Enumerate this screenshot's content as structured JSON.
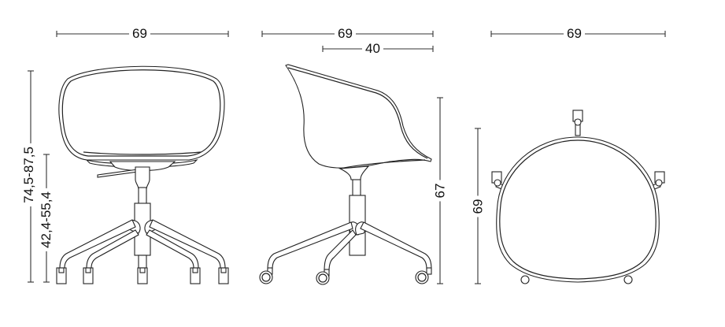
{
  "drawing": {
    "subject": "swivel armchair on five-star base with castors",
    "units": "cm",
    "views": [
      {
        "name": "front",
        "width_label": "69",
        "height_label": "74,5-87,5",
        "seat_height_label": "42,4-55,4",
        "base": "castors (glides visible)"
      },
      {
        "name": "side",
        "width_label": "69",
        "depth_label": "40",
        "height_label": "67",
        "base": "round castors"
      },
      {
        "name": "top",
        "width_label": "69",
        "depth_label": "69"
      }
    ]
  },
  "labels": {
    "front_width": "69",
    "front_total_height": "74,5-87,5",
    "front_seat_height": "42,4-55,4",
    "side_width": "69",
    "side_seat_depth": "40",
    "side_height": "67",
    "top_width": "69",
    "top_depth": "69"
  },
  "colors": {
    "line": "#222222",
    "background": "#ffffff",
    "text": "#111111"
  }
}
